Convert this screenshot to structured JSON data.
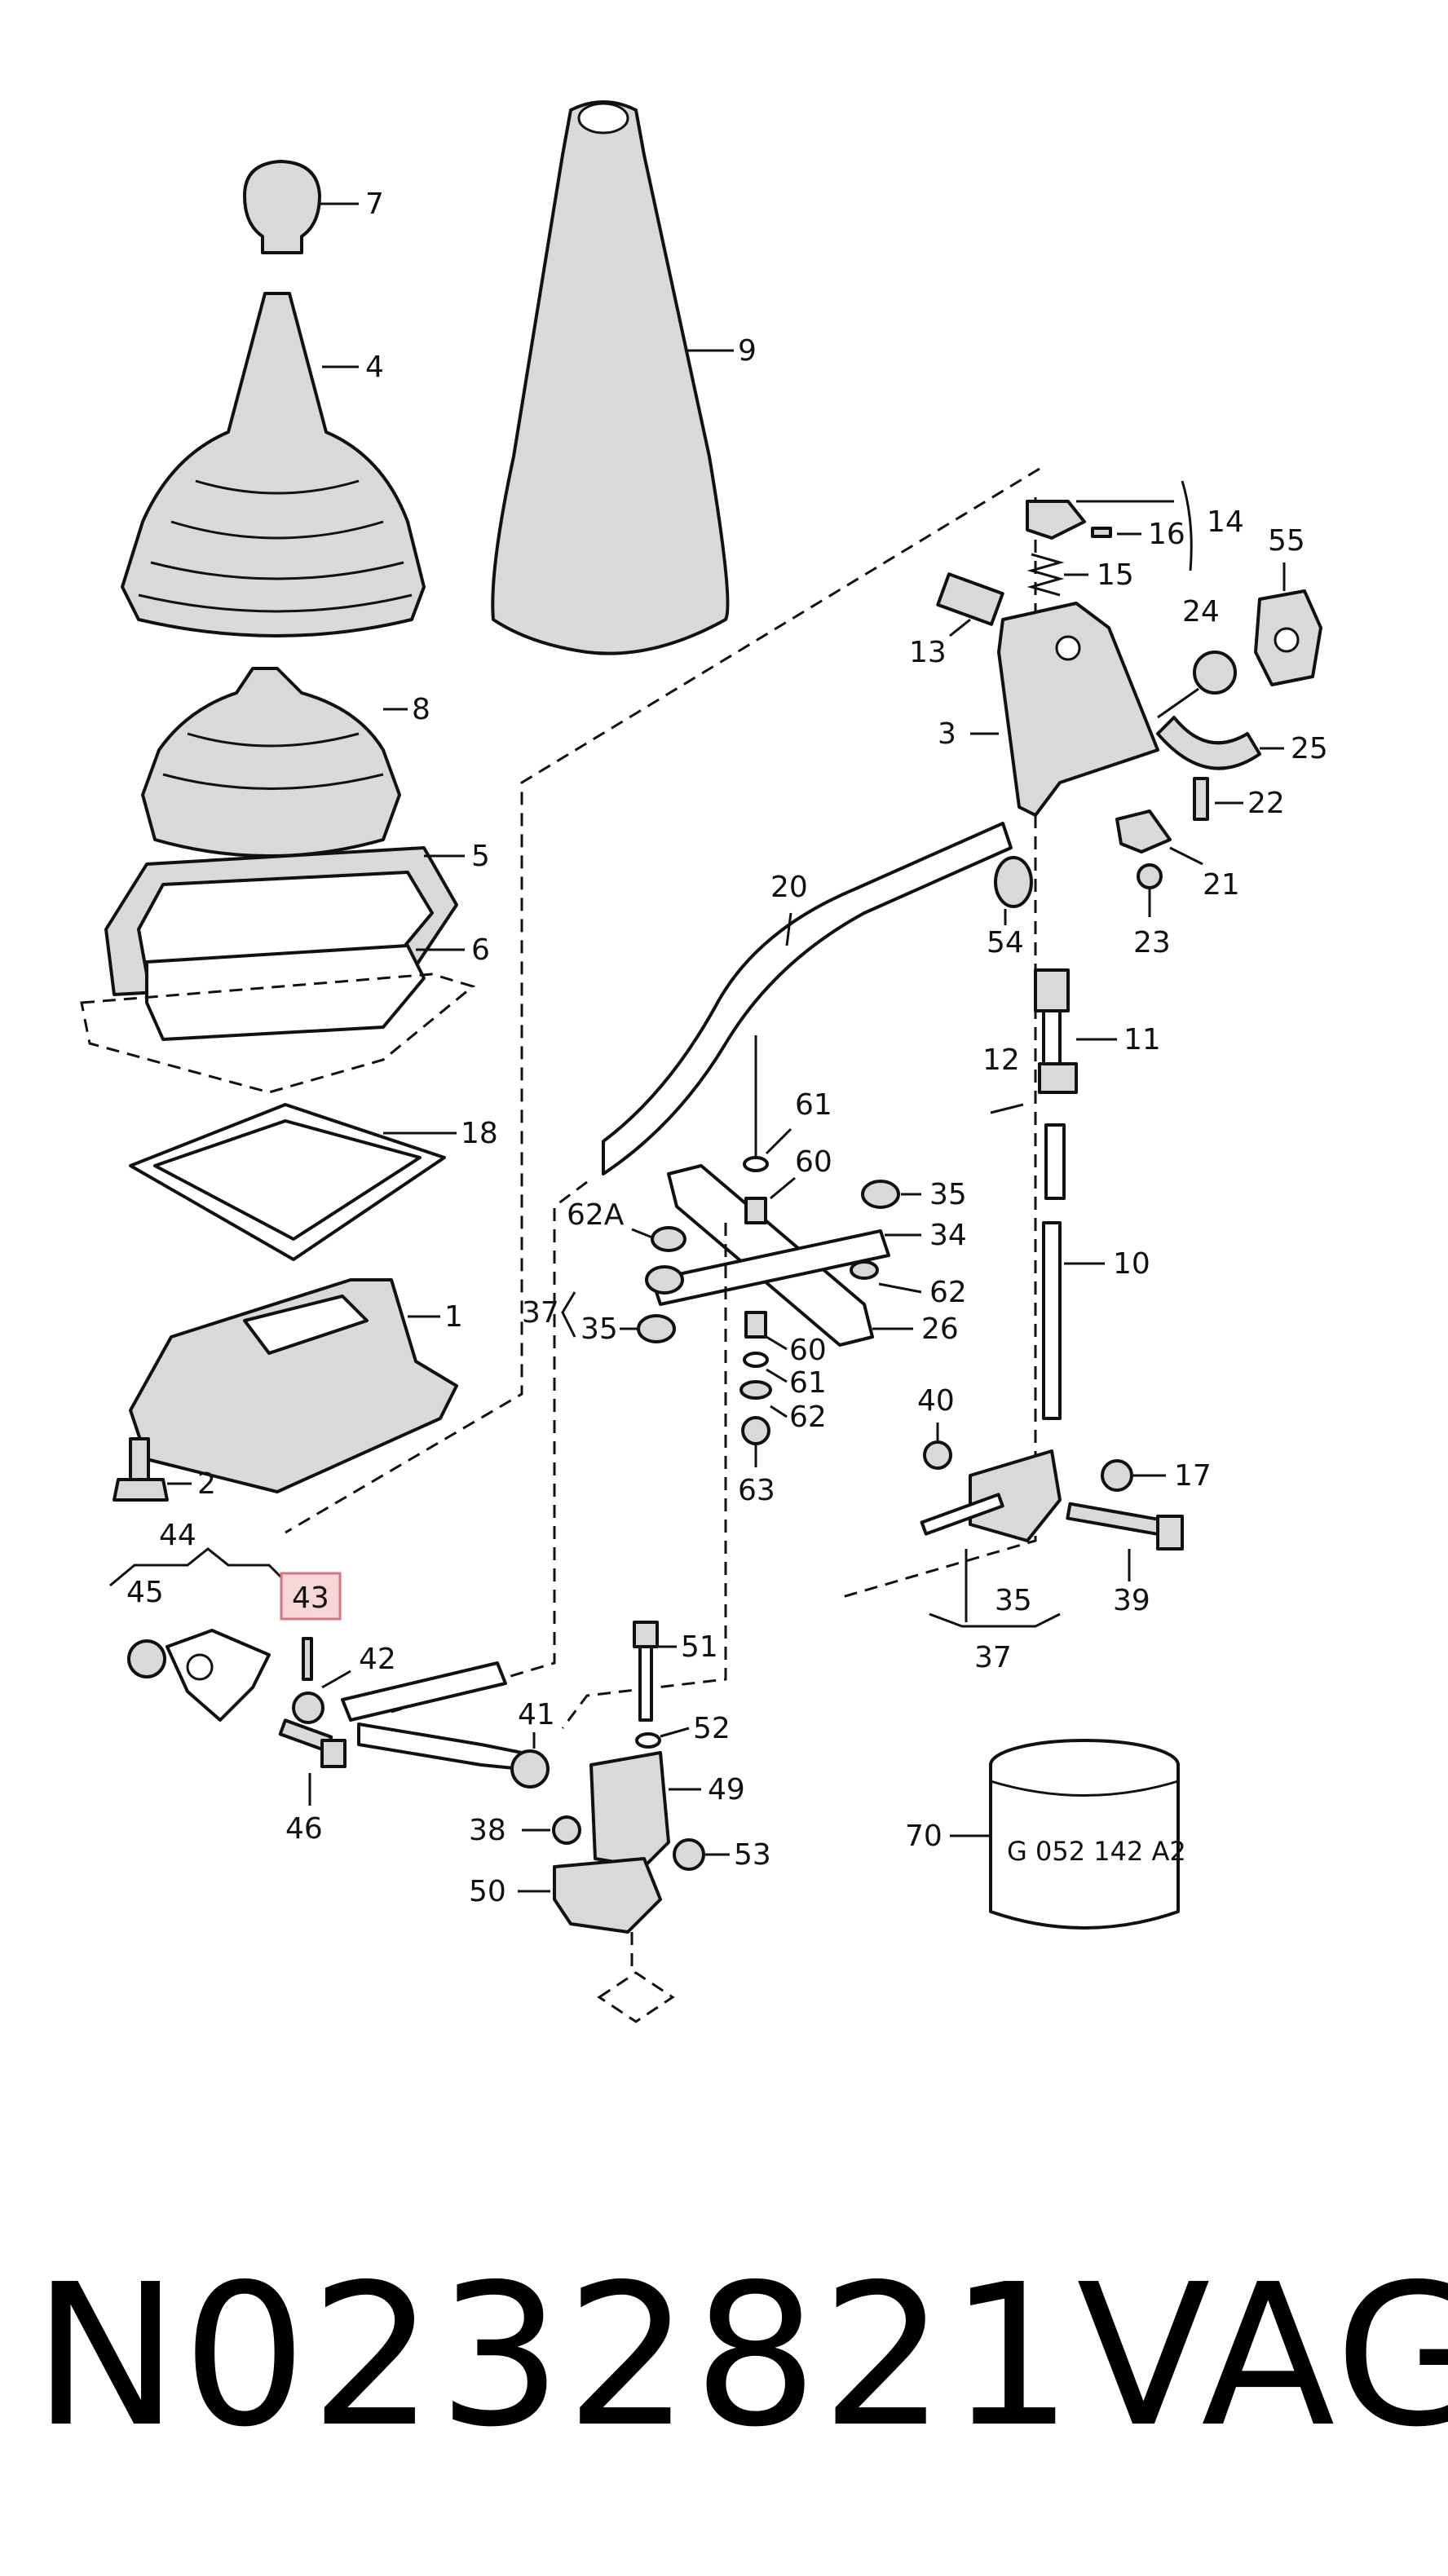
{
  "caption": {
    "part_number": "N0232821",
    "brand": "VAG"
  },
  "highlight_label": "43",
  "labels": [
    "7",
    "4",
    "9",
    "14",
    "16",
    "15",
    "55",
    "13",
    "24",
    "3",
    "25",
    "22",
    "8",
    "5",
    "6",
    "21",
    "54",
    "23",
    "20",
    "18",
    "1",
    "11",
    "12",
    "61",
    "60",
    "35",
    "34",
    "62A",
    "62",
    "37",
    "26",
    "10",
    "2",
    "40",
    "17",
    "39",
    "44",
    "45",
    "42",
    "41",
    "51",
    "52",
    "49",
    "38",
    "53",
    "50",
    "46",
    "70",
    "63"
  ],
  "box_text": "G 052 142 A2"
}
